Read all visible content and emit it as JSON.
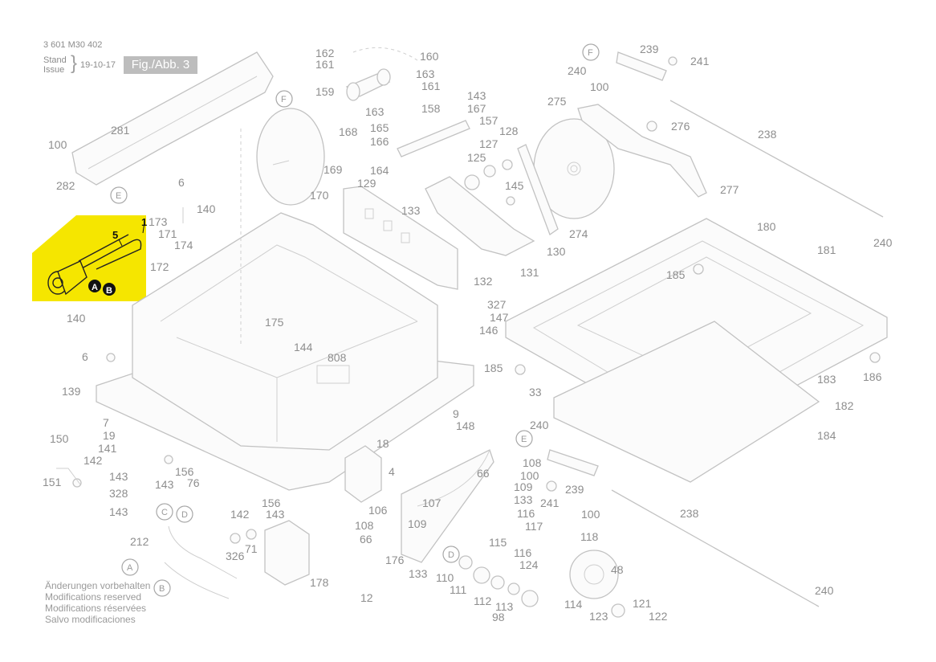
{
  "header": {
    "doc_number": "3 601 M30 402",
    "stand_label": "Stand",
    "issue_label": "Issue",
    "date": "19-10-17",
    "figure_label": "Fig./Abb. 3"
  },
  "notes": [
    "Änderungen vorbehalten",
    "Modifications reserved",
    "Modifications réservées",
    "Salvo modificaciones"
  ],
  "highlight": {
    "color": "#f5e600",
    "labels": [
      "1",
      "5"
    ],
    "connector_labels": [
      "A",
      "B"
    ]
  },
  "callouts": [
    "A",
    "B",
    "C",
    "D",
    "E",
    "F"
  ],
  "part_numbers": [
    "162",
    "161",
    "160",
    "163",
    "161",
    "159",
    "143",
    "167",
    "158",
    "163",
    "157",
    "165",
    "128",
    "166",
    "127",
    "125",
    "168",
    "169",
    "170",
    "164",
    "129",
    "133",
    "145",
    "275",
    "239",
    "240",
    "241",
    "100",
    "276",
    "238",
    "277",
    "274",
    "240",
    "130",
    "131",
    "132",
    "281",
    "100",
    "282",
    "6",
    "140",
    "173",
    "171",
    "174",
    "172",
    "180",
    "181",
    "185",
    "327",
    "147",
    "146",
    "175",
    "144",
    "808",
    "140",
    "6",
    "139",
    "185",
    "33",
    "183",
    "186",
    "182",
    "184",
    "9",
    "148",
    "7",
    "19",
    "141",
    "142",
    "150",
    "151",
    "143",
    "328",
    "143",
    "156",
    "76",
    "143",
    "18",
    "4",
    "240",
    "108",
    "100",
    "239",
    "241",
    "66",
    "109",
    "133",
    "100",
    "238",
    "107",
    "142",
    "156",
    "143",
    "106",
    "108",
    "66",
    "109",
    "176",
    "133",
    "116",
    "117",
    "115",
    "116",
    "124",
    "118",
    "48",
    "212",
    "326",
    "71",
    "178",
    "12",
    "110",
    "111",
    "112",
    "113",
    "114",
    "121",
    "123",
    "122",
    "98",
    "240"
  ]
}
